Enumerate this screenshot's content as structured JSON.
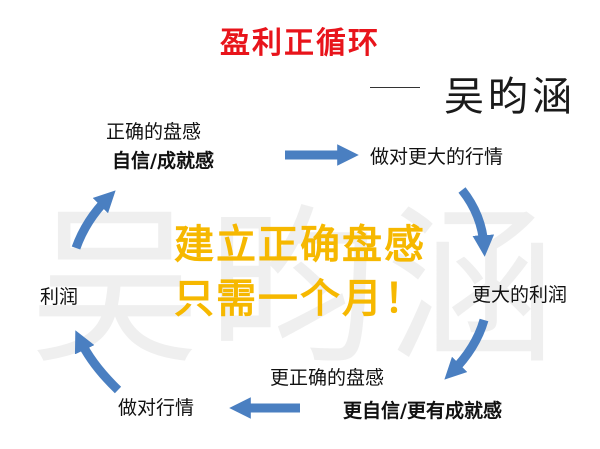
{
  "title": "盈利正循环",
  "author": "吴昀涵",
  "watermark": "吴昀涵",
  "nodes": {
    "top_left_line1": "正确的盘感",
    "top_left_line2": "自信/成就感",
    "top_right": "做对更大的行情",
    "right": "更大的利润",
    "bottom_right_line1": "更正确的盘感",
    "bottom_right_line2": "更自信/更有成就感",
    "bottom_left": "做对行情",
    "left": "利润"
  },
  "center": {
    "line1": "建立正确盘感",
    "line2": "只需一个月！"
  },
  "colors": {
    "title": "#e8141b",
    "arrow": "#4a7fc1",
    "center_text": "#f6b800"
  }
}
